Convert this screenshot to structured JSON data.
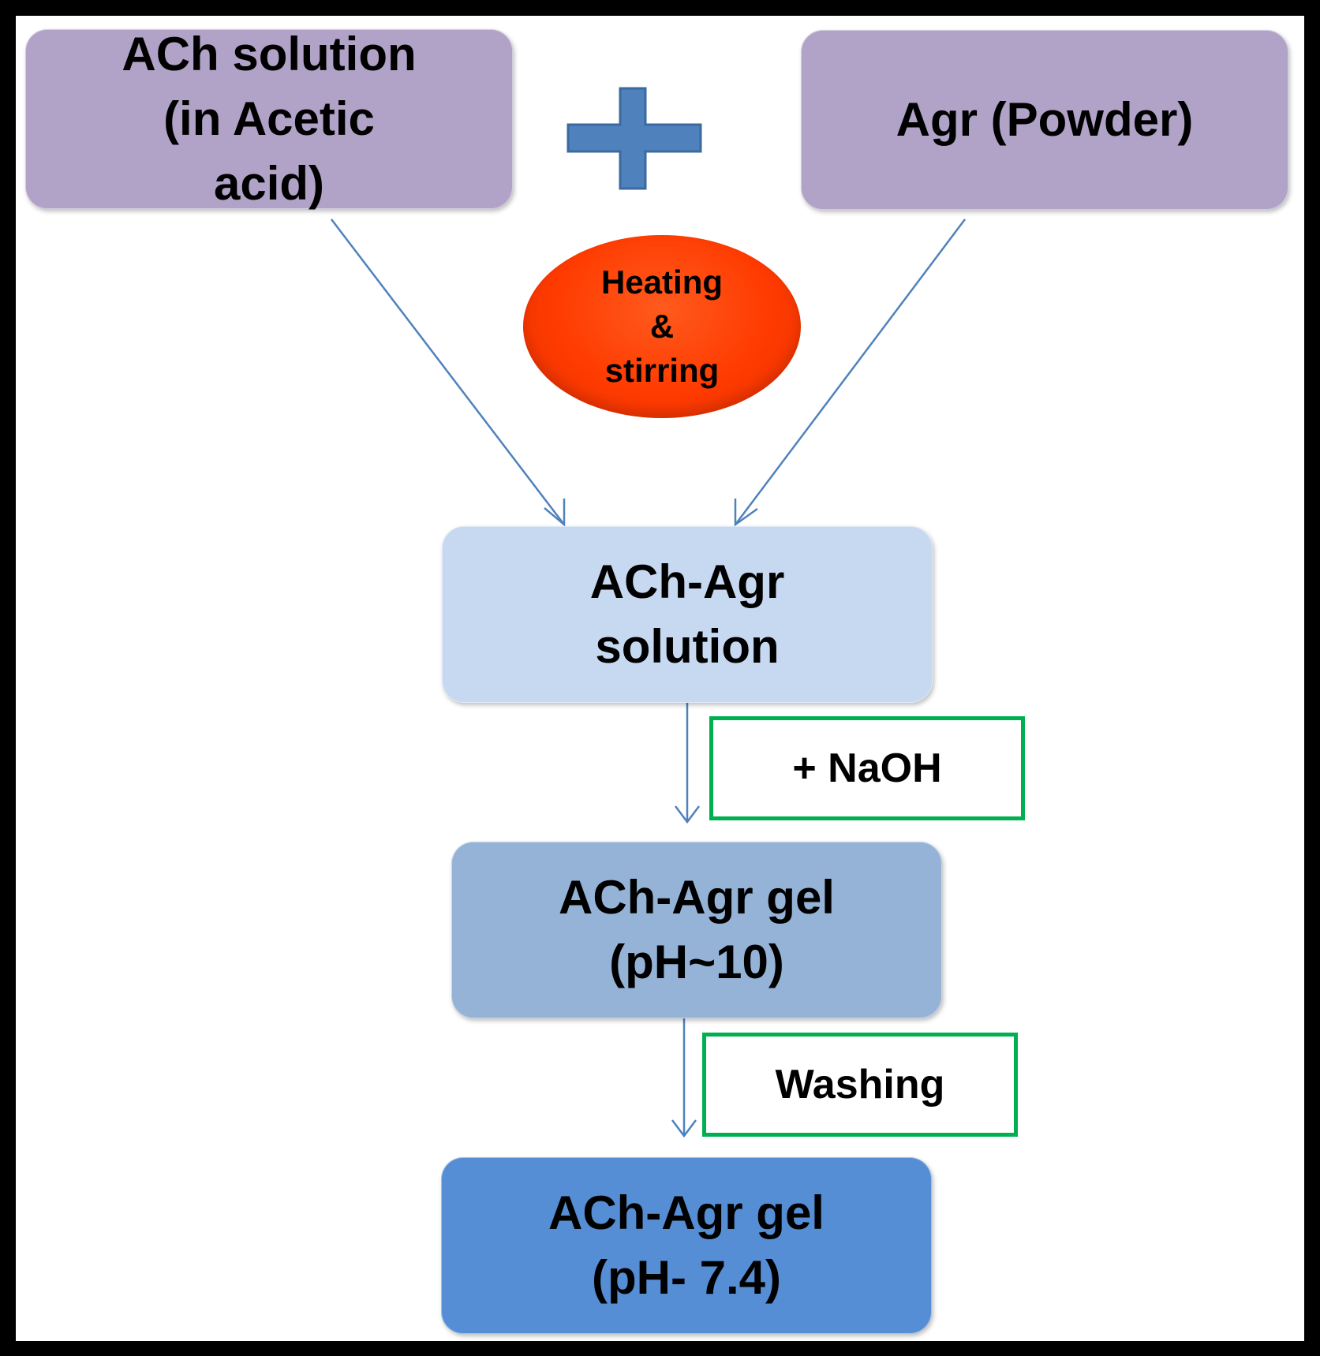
{
  "nodes": {
    "ach_solution": "ACh solution\n(in Acetic\nacid)",
    "agr_powder": "Agr (Powder)",
    "heating": "Heating\n&\nstirring",
    "ach_agr_solution": "ACh-Agr\nsolution",
    "ach_agr_gel_ph10": "ACh-Agr gel\n(pH~10)",
    "ach_agr_gel_ph74": "ACh-Agr gel\n(pH- 7.4)"
  },
  "steps": {
    "naoh": "+ NaOH",
    "washing": "Washing"
  },
  "colors": {
    "input_box": "#b1a2c7",
    "plus_sign": "#4f81bd",
    "heating_ellipse": "#ff3b00",
    "solution_box": "#c6d9f1",
    "gel_ph10_box": "#95b3d7",
    "gel_ph74_box": "#558ed5",
    "step_border": "#00b050",
    "arrow": "#4f81bd"
  }
}
